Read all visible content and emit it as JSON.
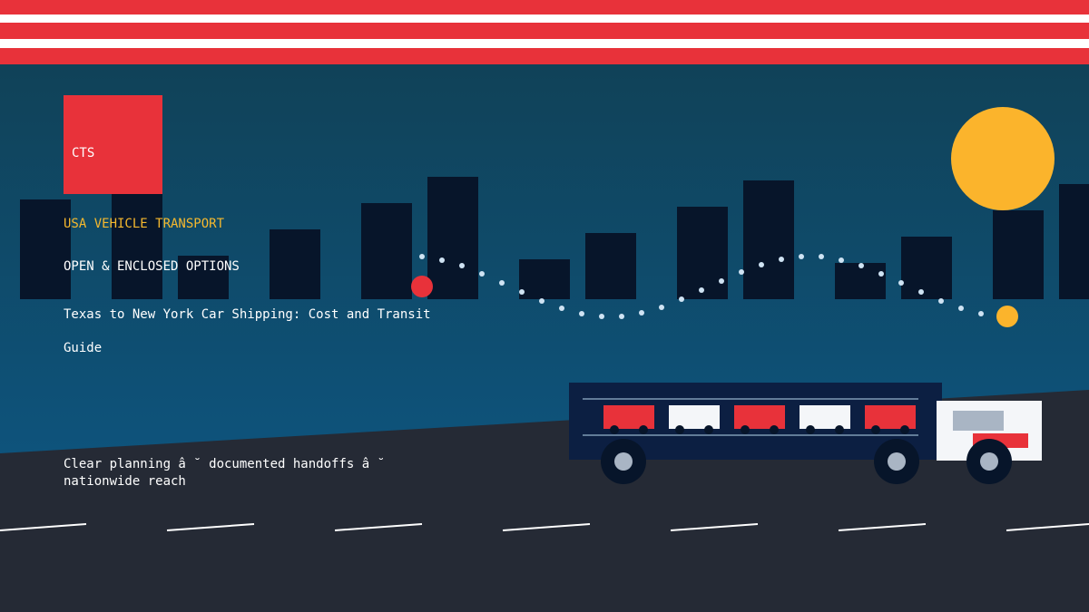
{
  "logo": {
    "text": "CTS"
  },
  "tagline": "USA VEHICLE TRANSPORT",
  "options": "OPEN & ENCLOSED OPTIONS",
  "title": {
    "line1": "Texas to New York Car Shipping: Cost and Transit",
    "line2": "Guide"
  },
  "subtitle": {
    "line1": "Clear planning â ˘ documented handoffs â ˘",
    "line2": "nationwide reach"
  },
  "colors": {
    "flag_red": "#e8323a",
    "flag_white": "#ffffff",
    "sky_top": "#104258",
    "sky_bottom": "#0d5a8a",
    "building": "#07152a",
    "sun": "#fbb42c",
    "road": "#252a35",
    "route_dots": "#cfe3f3",
    "accent_yellow": "#f5b82e",
    "truck_body": "#0c1f42",
    "cab": "#f4f6f9"
  }
}
